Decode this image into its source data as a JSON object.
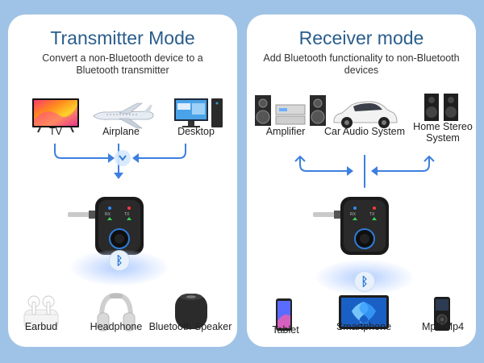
{
  "transmitter": {
    "title": "Transmitter Mode",
    "subtitle": "Convert a non-Bluetooth device to a Bluetooth transmitter",
    "sources": [
      "TV",
      "Airplane",
      "Desktop"
    ],
    "outputs": [
      "Earbud",
      "Headphone",
      "Bluetooth Speaker"
    ]
  },
  "receiver": {
    "title": "Receiver mode",
    "subtitle": "Add Bluetooth functionality to non-Bluetooth devices",
    "outputs": [
      "Amplifier",
      "Car Audio System",
      "Home Stereo System"
    ],
    "sources": [
      "Tablet",
      "Smartphone",
      "Mp3/Mp4"
    ]
  },
  "device": {
    "led_labels": [
      "RX",
      "TX"
    ]
  },
  "colors": {
    "background": "#9fc3e6",
    "title": "#2a5d8c",
    "arrow": "#3d7fe0",
    "bluetooth": "#2e7cd6"
  }
}
